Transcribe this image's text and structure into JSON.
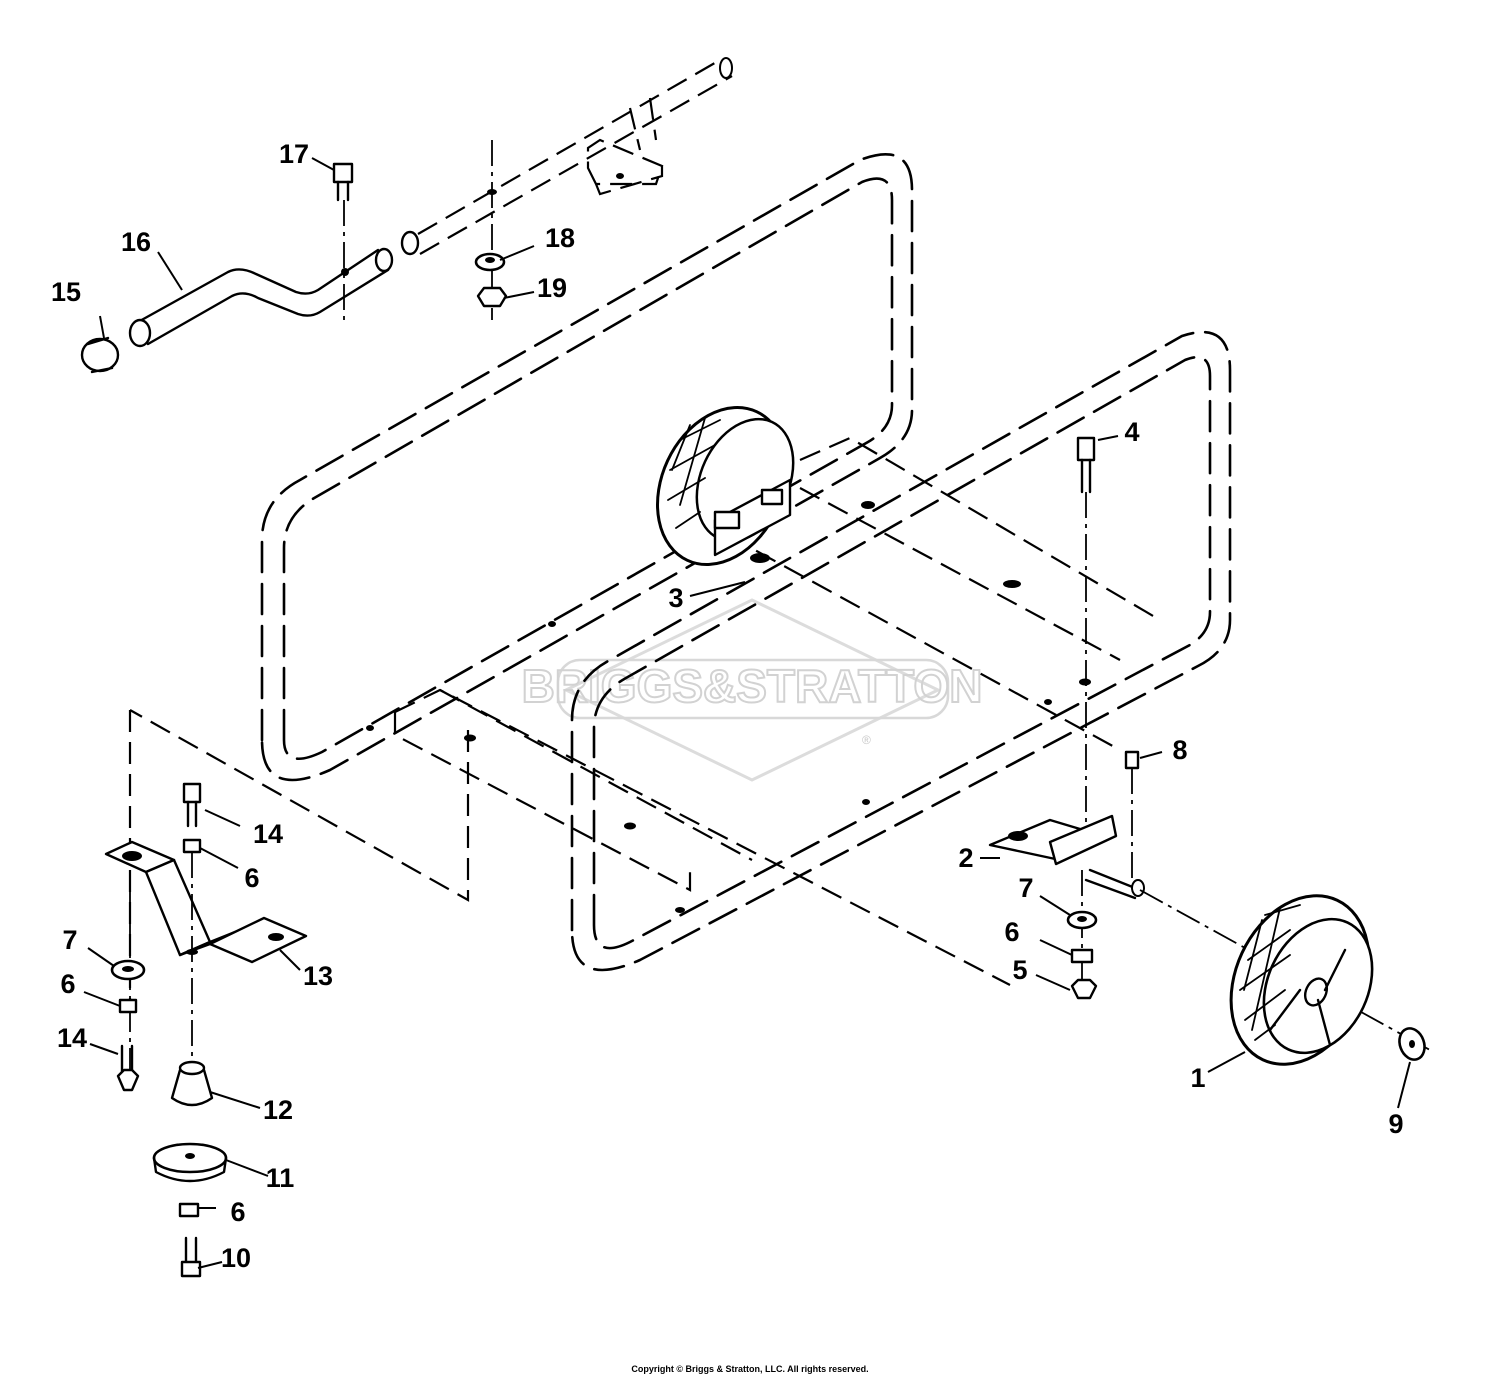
{
  "watermark": {
    "brand_text": "BRIGGS&STRATTON",
    "registered_mark": "®"
  },
  "callouts": [
    {
      "id": "1",
      "label": "1"
    },
    {
      "id": "2",
      "label": "2"
    },
    {
      "id": "3",
      "label": "3"
    },
    {
      "id": "4",
      "label": "4"
    },
    {
      "id": "5",
      "label": "5"
    },
    {
      "id": "6a",
      "label": "6"
    },
    {
      "id": "6b",
      "label": "6"
    },
    {
      "id": "6c",
      "label": "6"
    },
    {
      "id": "6d",
      "label": "6"
    },
    {
      "id": "7a",
      "label": "7"
    },
    {
      "id": "7b",
      "label": "7"
    },
    {
      "id": "8",
      "label": "8"
    },
    {
      "id": "9",
      "label": "9"
    },
    {
      "id": "10",
      "label": "10"
    },
    {
      "id": "11",
      "label": "11"
    },
    {
      "id": "12",
      "label": "12"
    },
    {
      "id": "13",
      "label": "13"
    },
    {
      "id": "14a",
      "label": "14"
    },
    {
      "id": "14b",
      "label": "14"
    },
    {
      "id": "15",
      "label": "15"
    },
    {
      "id": "16",
      "label": "16"
    },
    {
      "id": "17",
      "label": "17"
    },
    {
      "id": "18",
      "label": "18"
    },
    {
      "id": "19",
      "label": "19"
    }
  ],
  "footer": {
    "copyright": "Copyright © Briggs & Stratton, LLC. All rights reserved."
  }
}
